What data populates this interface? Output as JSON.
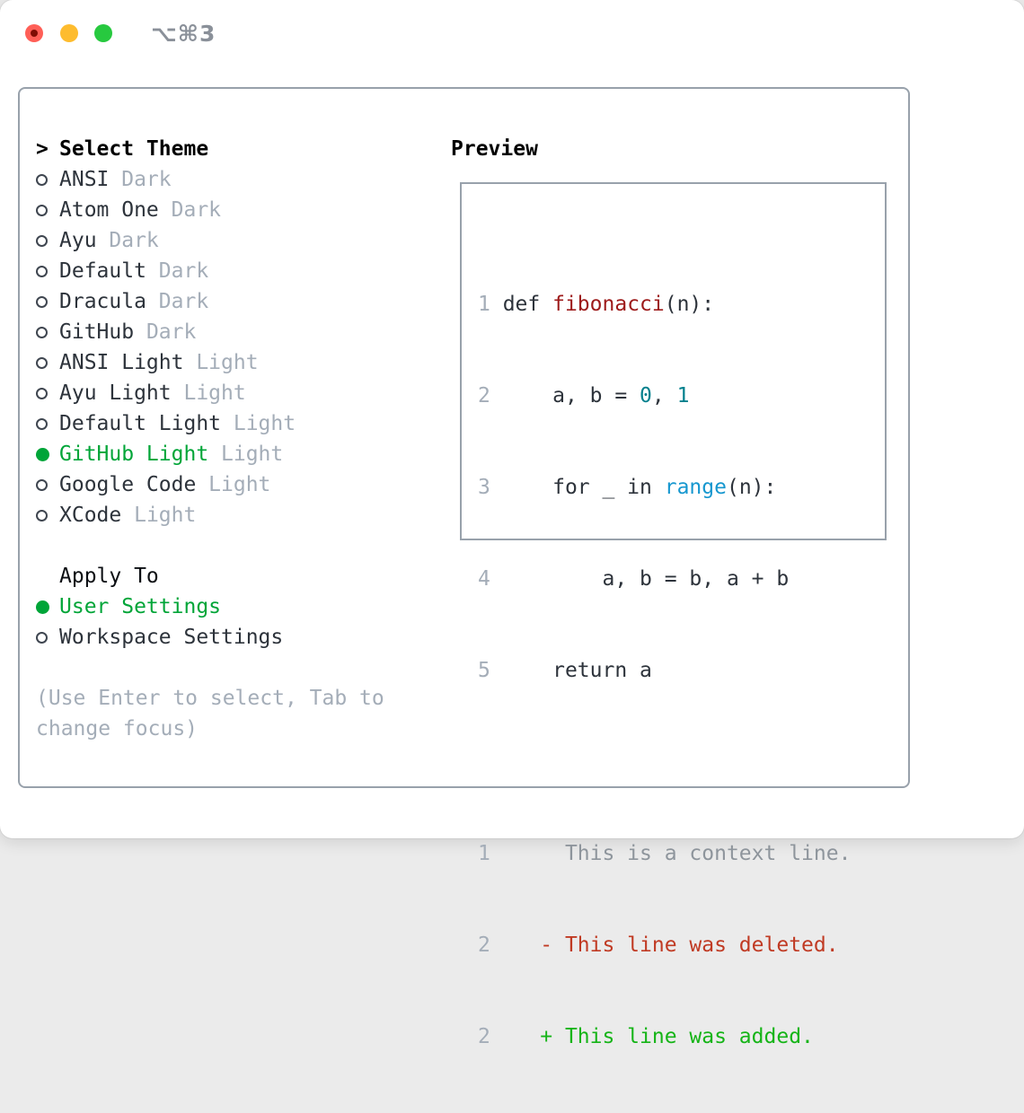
{
  "window": {
    "title": "⌥⌘3",
    "traffic_lights": [
      "close",
      "minimize",
      "zoom"
    ]
  },
  "list": {
    "header": {
      "prompt": ">",
      "label": "Select Theme"
    },
    "items": [
      {
        "name": "ANSI",
        "variant": "Dark",
        "selected": false
      },
      {
        "name": "Atom One",
        "variant": "Dark",
        "selected": false
      },
      {
        "name": "Ayu",
        "variant": "Dark",
        "selected": false
      },
      {
        "name": "Default",
        "variant": "Dark",
        "selected": false
      },
      {
        "name": "Dracula",
        "variant": "Dark",
        "selected": false
      },
      {
        "name": "GitHub",
        "variant": "Dark",
        "selected": false
      },
      {
        "name": "ANSI Light",
        "variant": "Light",
        "selected": false
      },
      {
        "name": "Ayu Light",
        "variant": "Light",
        "selected": false
      },
      {
        "name": "Default Light",
        "variant": "Light",
        "selected": false
      },
      {
        "name": "GitHub Light",
        "variant": "Light",
        "selected": true
      },
      {
        "name": "Google Code",
        "variant": "Light",
        "selected": false
      },
      {
        "name": "XCode",
        "variant": "Light",
        "selected": false
      }
    ]
  },
  "apply_to": {
    "label": "Apply To",
    "options": [
      {
        "name": "User Settings",
        "selected": true
      },
      {
        "name": "Workspace Settings",
        "selected": false
      }
    ]
  },
  "hint": {
    "line1": "(Use Enter to select, Tab to",
    "line2": "change focus)"
  },
  "preview": {
    "title": "Preview",
    "lines": [
      {
        "parts": [
          {
            "t": "1",
            "s": "num"
          },
          {
            "t": " def ",
            "s": "fg"
          },
          {
            "t": "fibonacci",
            "s": "func"
          },
          {
            "t": "(n):",
            "s": "fg"
          }
        ]
      },
      {
        "parts": [
          {
            "t": "2",
            "s": "num"
          },
          {
            "t": "     a, b = ",
            "s": "fg"
          },
          {
            "t": "0",
            "s": "lit"
          },
          {
            "t": ", ",
            "s": "fg"
          },
          {
            "t": "1",
            "s": "lit"
          }
        ]
      },
      {
        "parts": [
          {
            "t": "3",
            "s": "num"
          },
          {
            "t": "     for _ in ",
            "s": "fg"
          },
          {
            "t": "range",
            "s": "blt"
          },
          {
            "t": "(n):",
            "s": "fg"
          }
        ]
      },
      {
        "parts": [
          {
            "t": "4",
            "s": "num"
          },
          {
            "t": "         a, b = b, a + b",
            "s": "fg"
          }
        ]
      },
      {
        "parts": [
          {
            "t": "5",
            "s": "num"
          },
          {
            "t": "     return a",
            "s": "fg"
          }
        ]
      },
      {
        "parts": []
      },
      {
        "parts": [
          {
            "t": "1",
            "s": "num"
          },
          {
            "t": "      This is a context line.",
            "s": "ctx"
          }
        ]
      },
      {
        "parts": [
          {
            "t": "2",
            "s": "num"
          },
          {
            "t": "    - This line was deleted.",
            "s": "del"
          }
        ]
      },
      {
        "parts": [
          {
            "t": "2",
            "s": "num"
          },
          {
            "t": "    + This line was added.",
            "s": "add"
          }
        ]
      }
    ]
  },
  "colors": {
    "foreground": "#2d333b",
    "muted_gray": "#a4adb8",
    "panel_border": "#98a1ab",
    "selection_green": "#00a538",
    "function_red": "#9d1a1a",
    "literal_teal": "#00808d",
    "builtin_blue": "#1697cf",
    "context_gray": "#8e959c",
    "diff_deleted_red": "#c03a23",
    "diff_added_green": "#15b417",
    "traffic_red": "#ff5f57",
    "traffic_yellow": "#febc2e",
    "traffic_green": "#27c93f"
  }
}
